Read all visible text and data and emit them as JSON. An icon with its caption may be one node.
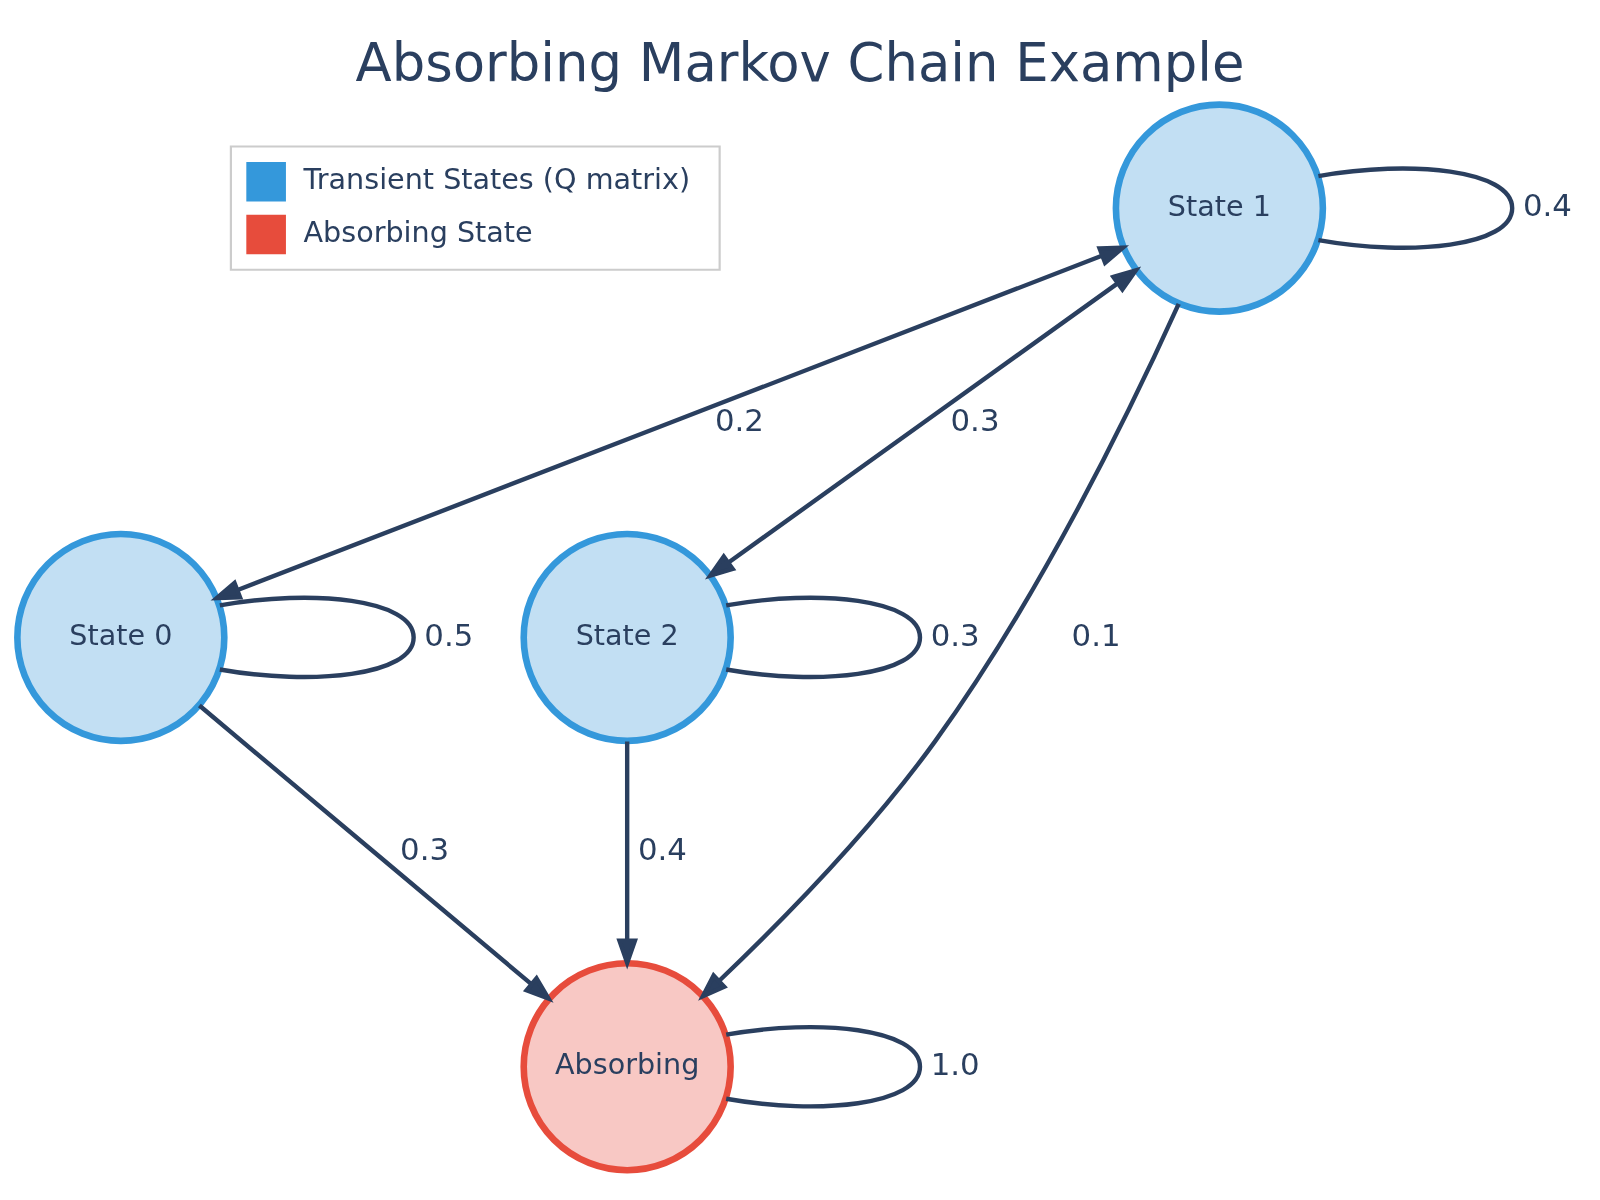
{
  "diagram": {
    "title": "Absorbing Markov Chain Example",
    "nodes": [
      {
        "text": [
          "State 0"
        ]
      },
      {
        "text": [
          "State 1"
        ]
      },
      {
        "text": [
          "State 2"
        ]
      },
      {
        "text": [
          "Absorbing"
        ]
      }
    ],
    "edges": [
      {
        "from": 1,
        "to": 1,
        "arrow": "none",
        "label": "0.4"
      },
      {
        "from": 0,
        "to": 0,
        "arrow": "none",
        "label": "0.5"
      },
      {
        "from": 1,
        "to": 0,
        "arrow": "both",
        "label": "0.2"
      },
      {
        "from": 1,
        "to": 2,
        "arrow": "both",
        "label": "0.3"
      },
      {
        "from": 2,
        "to": 2,
        "arrow": "none",
        "label": "0.3"
      },
      {
        "from": 1,
        "to": 3,
        "arrow": "to",
        "label": "0.1"
      },
      {
        "from": 0,
        "to": 3,
        "arrow": "to",
        "label": "0.3"
      },
      {
        "from": 2,
        "to": 3,
        "arrow": "to",
        "label": "0.4"
      },
      {
        "from": 3,
        "to": 3,
        "arrow": "none",
        "label": "1.0"
      }
    ],
    "legend": [
      {
        "text": "Transient States (Q matrix)",
        "color": "#3498db"
      },
      {
        "text": "Absorbing State",
        "color": "#e74c3c"
      }
    ]
  }
}
